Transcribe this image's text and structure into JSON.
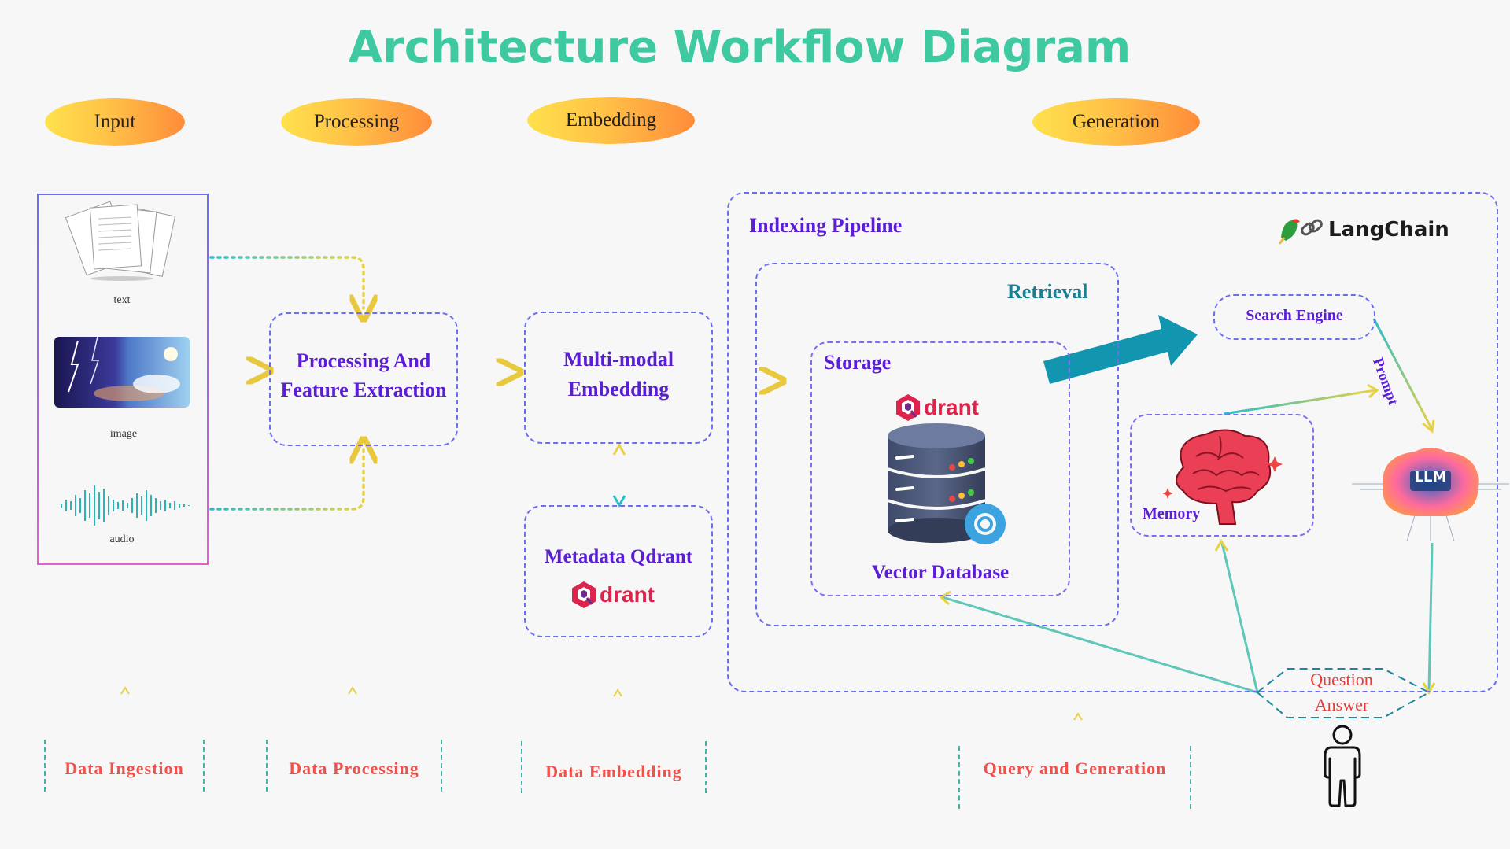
{
  "title": "Architecture Workflow Diagram",
  "stages": {
    "input": "Input",
    "processing": "Processing",
    "embedding": "Embedding",
    "generation": "Generation"
  },
  "inputs": {
    "text": "text",
    "image": "image",
    "audio": "audio"
  },
  "processing_box": {
    "line1": "Processing And",
    "line2": "Feature Extraction"
  },
  "embedding_box": {
    "line1": "Multi-modal",
    "line2": "Embedding"
  },
  "metadata_box": {
    "label": "Metadata Qdrant",
    "logo": "drant"
  },
  "indexing": {
    "title": "Indexing Pipeline",
    "retrieval": "Retrieval",
    "storage": "Storage",
    "logo": "drant",
    "vector_db": "Vector Database"
  },
  "langchain": "LangChain",
  "search_engine": "Search Engine",
  "prompt": "Prompt",
  "memory": "Memory",
  "llm": "LLM",
  "qa": {
    "question": "Question",
    "answer": "Answer"
  },
  "bottom_labels": {
    "ingestion": "Data Ingestion",
    "processing": "Data Processing",
    "embedding": "Data Embedding",
    "query": "Query and Generation"
  },
  "colors": {
    "title": "#3ec9a0",
    "box_label": "#5b1ed6",
    "retrieval_label": "#1a7f93",
    "stage_label": "#f0524d",
    "qdrant": "#dc244c",
    "arrow_teal": "#1296b0"
  }
}
